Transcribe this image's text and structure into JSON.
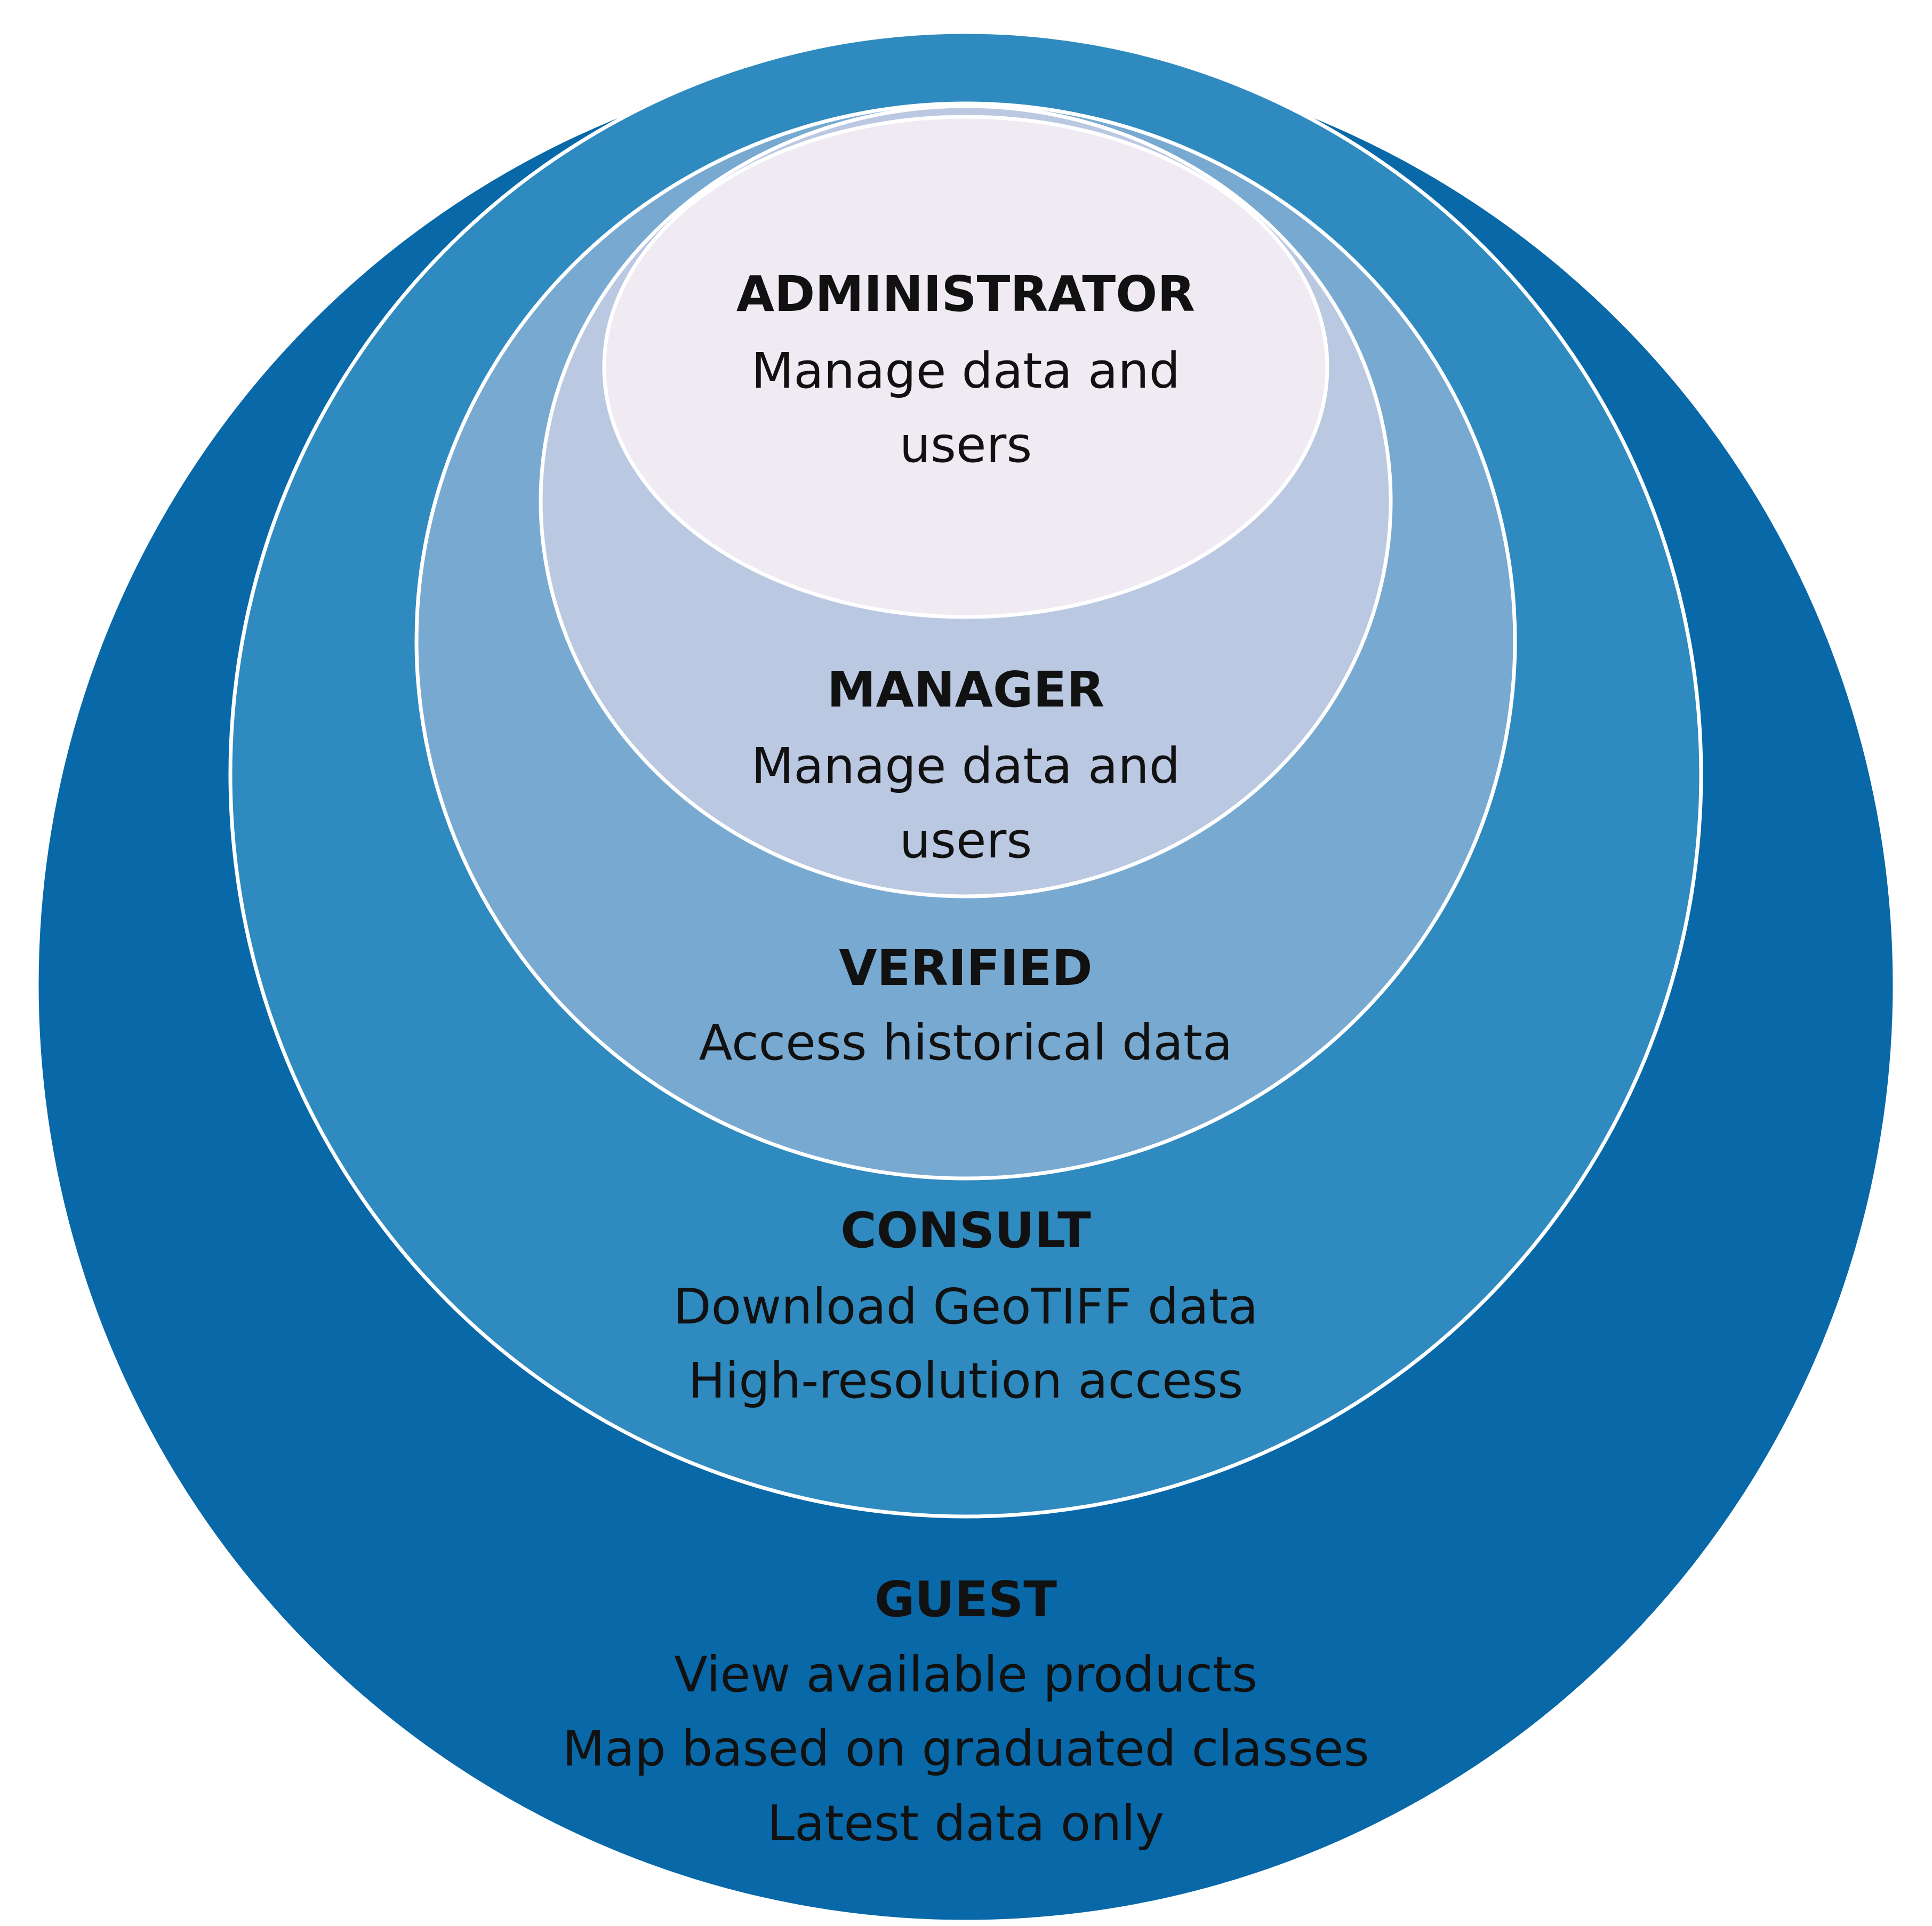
{
  "colors": {
    "guest": "#0868a8",
    "consult": "#2e8abf",
    "verified": "#78a9d1",
    "manager": "#bac8e2",
    "administrator": "#f0ebf3",
    "outline": "#ffffff",
    "text": "#111111"
  },
  "layers": [
    {
      "key": "guest",
      "title": "GUEST",
      "lines": [
        "View available products",
        "Map based on graduated classes",
        "Latest data only"
      ]
    },
    {
      "key": "consult",
      "title": "CONSULT",
      "lines": [
        "Download GeoTIFF data",
        "High-resolution access"
      ]
    },
    {
      "key": "verified",
      "title": "VERIFIED",
      "lines": [
        "Access historical data"
      ]
    },
    {
      "key": "manager",
      "title": "MANAGER",
      "lines": [
        "Manage data and",
        "users"
      ]
    },
    {
      "key": "administrator",
      "title": "ADMINISTRATOR",
      "lines": [
        "Manage data and",
        "users"
      ]
    }
  ]
}
